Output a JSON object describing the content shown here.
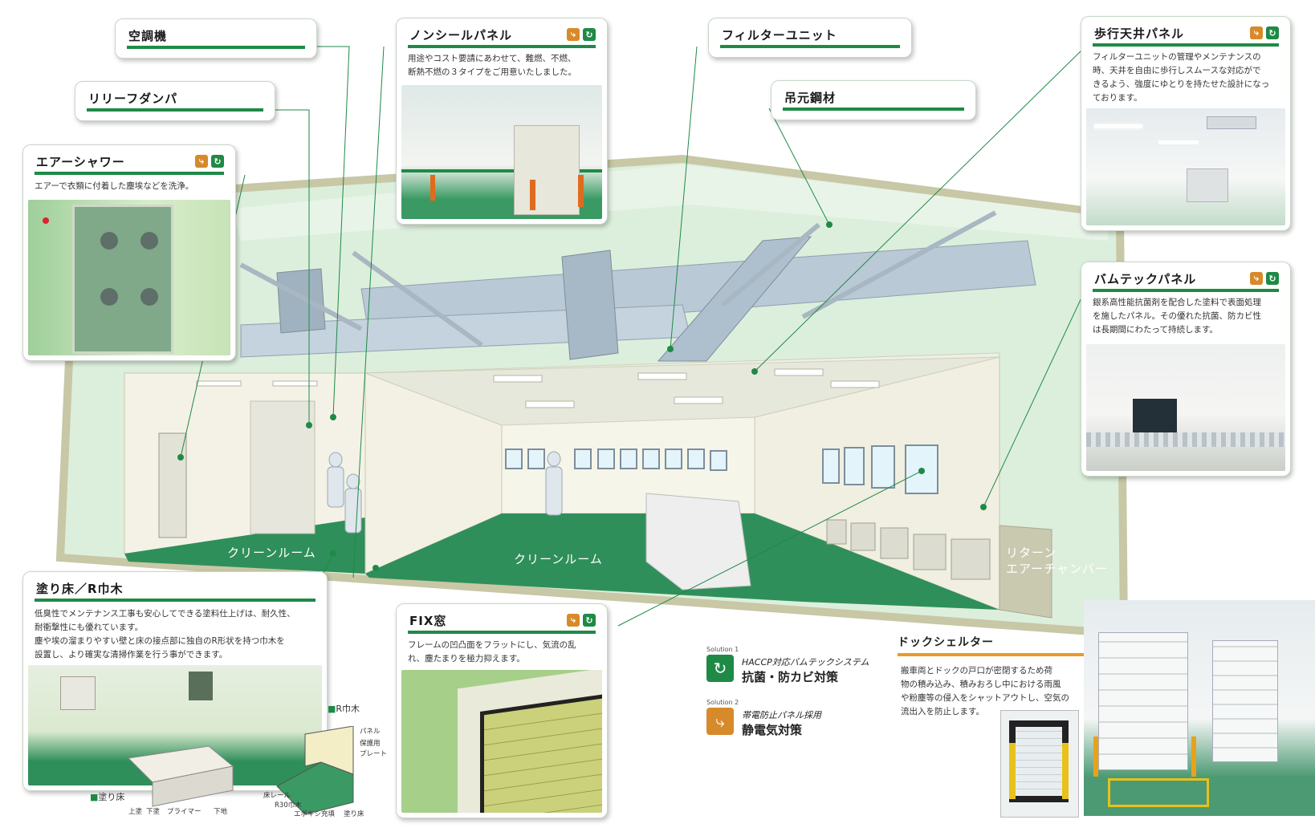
{
  "callouts": {
    "aircon": {
      "title": "空調機"
    },
    "relief": {
      "title": "リリーフダンパ"
    },
    "airshower": {
      "title": "エアーシャワー",
      "desc": "エアーで衣類に付着した塵埃などを洗浄。"
    },
    "nonseal": {
      "title": "ノンシールパネル",
      "desc1": "用途やコスト要請にあわせて、難燃、不燃、",
      "desc2": "断熱不燃の３タイプをご用意いたしました。"
    },
    "filter": {
      "title": "フィルターユニット"
    },
    "hanger": {
      "title": "吊元鋼材"
    },
    "walkceiling": {
      "title": "歩行天井パネル",
      "desc1": "フィルターユニットの管理やメンテナンスの",
      "desc2": "時、天井を自由に歩行しスムースな対応がで",
      "desc3": "きるよう、強度にゆとりを持たせた設計になっ",
      "desc4": "ております。"
    },
    "bamtec": {
      "title": "バムテックパネル",
      "desc1": "銀系高性能抗菌剤を配合した塗料で表面処理",
      "desc2": "を施したパネル。その優れた抗菌、防カビ性",
      "desc3": "は長期間にわたって持続します。"
    },
    "floor": {
      "title": "塗り床／R巾木",
      "desc1": "低臭性でメンテナンス工事も安心してできる塗料仕上げは、耐久性、",
      "desc2": "耐衝撃性にも優れています。",
      "desc3": "塵や埃の溜まりやすい壁と床の接点部に独自のR形状を持つ巾木を",
      "desc4": "設置し、より確実な清掃作業を行う事ができます。"
    },
    "fix": {
      "title": "FIX窓",
      "desc1": "フレームの凹凸面をフラットにし、気流の乱",
      "desc2": "れ、塵たまりを極力抑えます。"
    }
  },
  "room_labels": {
    "clean1": "クリーンルーム",
    "clean2": "クリーンルーム",
    "return1": "リターン",
    "return2": "エアーチャンバー"
  },
  "floor_diagram": {
    "r_label": "R巾木",
    "floor_label": "塗り床",
    "l1": "上塗",
    "l2": "下塗",
    "l3": "プライマー",
    "l4": "下地",
    "p1": "パネル",
    "p2": "保護用",
    "p3": "プレート",
    "b1": "床レール",
    "b2": "R30巾木",
    "b3": "エポキシ充填",
    "b4": "塗り床"
  },
  "solutions": {
    "s1": {
      "tag": "Solution 1",
      "sub": "HACCP対応バムテックシステム",
      "main": "抗菌・防カビ対策"
    },
    "s2": {
      "tag": "Solution 2",
      "sub": "帯電防止パネル採用",
      "main": "静電気対策"
    }
  },
  "dock": {
    "title": "ドックシェルター",
    "desc1": "搬車両とドックの戸口が密閉するため荷",
    "desc2": "物の積み込み、積みおろし中における雨風",
    "desc3": "や粉塵等の侵入をシャットアウトし、空気の",
    "desc4": "流出入を防止します。"
  },
  "colors": {
    "accent": "#1e8a46",
    "floor": "#2f8f5a",
    "wall": "#f2f1e4",
    "outer": "#d9ecd9",
    "orange": "#e89a2a"
  }
}
